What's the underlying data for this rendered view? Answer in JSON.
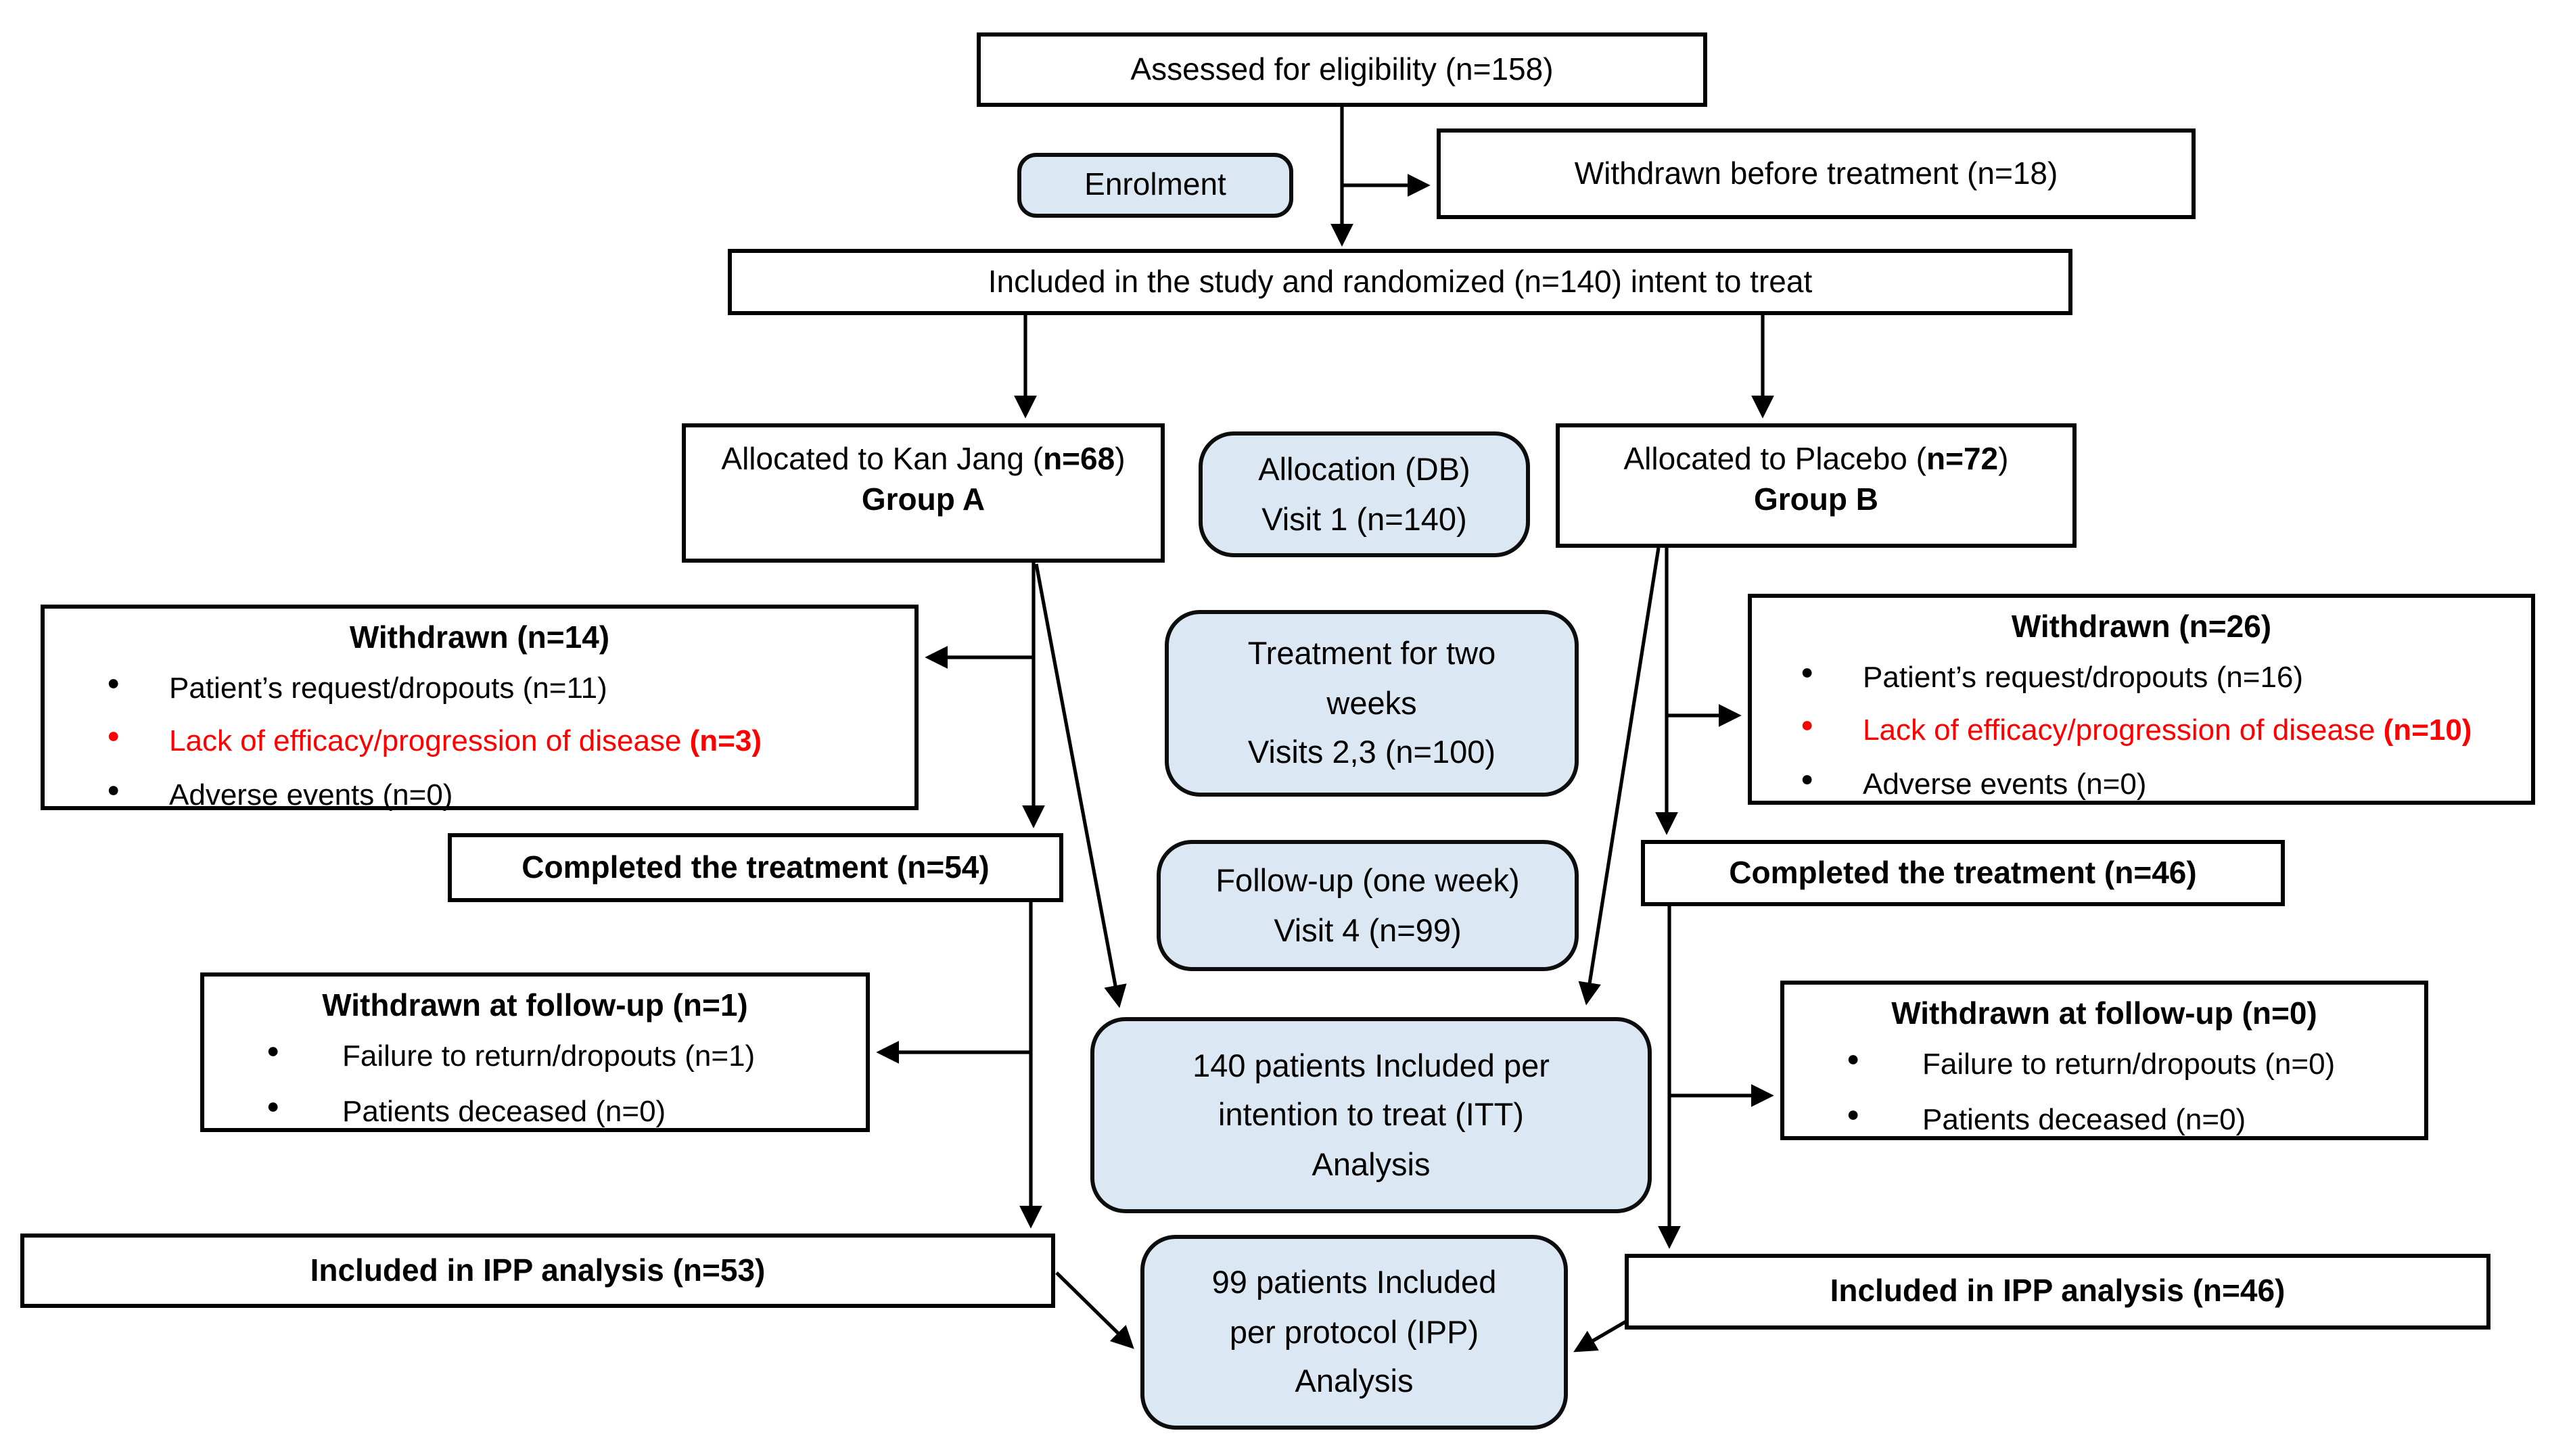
{
  "colors": {
    "box_fill_blue": "#dbe8f4",
    "highlight_red": "#fe0000",
    "line_black": "#000000",
    "background": "#ffffff"
  },
  "boxes": {
    "assessed": {
      "label": "Assessed for eligibility (n=158)"
    },
    "enrolment": {
      "label": "Enrolment"
    },
    "withdrawn_before": {
      "label": "Withdrawn before treatment (n=18)"
    },
    "randomized": {
      "label": "Included in the study and randomized (n=140) intent to treat"
    },
    "group_a": {
      "line1_prefix": "Allocated to Kan Jang (",
      "line1_n": "n=68",
      "line1_suffix": ")",
      "line2": "Group A"
    },
    "allocation": {
      "text": "Allocation (DB)\nVisit 1 (n=140)"
    },
    "group_b": {
      "line1_prefix": "Allocated to Placebo (",
      "line1_n": "n=72",
      "line1_suffix": ")",
      "line2": "Group B"
    },
    "withdrawn_a": {
      "title": "Withdrawn (n=14)",
      "items": [
        {
          "text": "Patient’s request/dropouts (n=11)"
        },
        {
          "text": "Lack of efficacy/progression of disease ",
          "bold": "(n=3)"
        },
        {
          "text": "Adverse events (n=0)"
        }
      ]
    },
    "treatment": {
      "text": "Treatment for two\nweeks\nVisits 2,3 (n=100)"
    },
    "withdrawn_b": {
      "title": "Withdrawn (n=26)",
      "items": [
        {
          "text": "Patient’s request/dropouts (n=16)"
        },
        {
          "text": "Lack of efficacy/progression of disease ",
          "bold": "(n=10)"
        },
        {
          "text": "Adverse events (n=0)"
        }
      ]
    },
    "completed_a": {
      "label": "Completed the treatment (n=54)"
    },
    "followup": {
      "text": "Follow-up (one week)\nVisit 4 (n=99)"
    },
    "completed_b": {
      "label": "Completed the treatment (n=46)"
    },
    "withdrawn_fu_a": {
      "title": "Withdrawn at follow-up (n=1)",
      "items": [
        {
          "text": "Failure to return/dropouts (n=1)"
        },
        {
          "text": "Patients deceased (n=0)"
        }
      ]
    },
    "itt": {
      "text": "140 patients Included per\nintention to treat (ITT)\nAnalysis"
    },
    "withdrawn_fu_b": {
      "title": "Withdrawn at follow-up (n=0)",
      "items": [
        {
          "text": "Failure to return/dropouts (n=0)"
        },
        {
          "text": "Patients deceased (n=0)"
        }
      ]
    },
    "ipp_a": {
      "label": "Included in IPP analysis (n=53)"
    },
    "ipp": {
      "text": "99 patients Included\nper protocol (IPP)\nAnalysis"
    },
    "ipp_b": {
      "label": "Included in IPP analysis (n=46)"
    }
  }
}
